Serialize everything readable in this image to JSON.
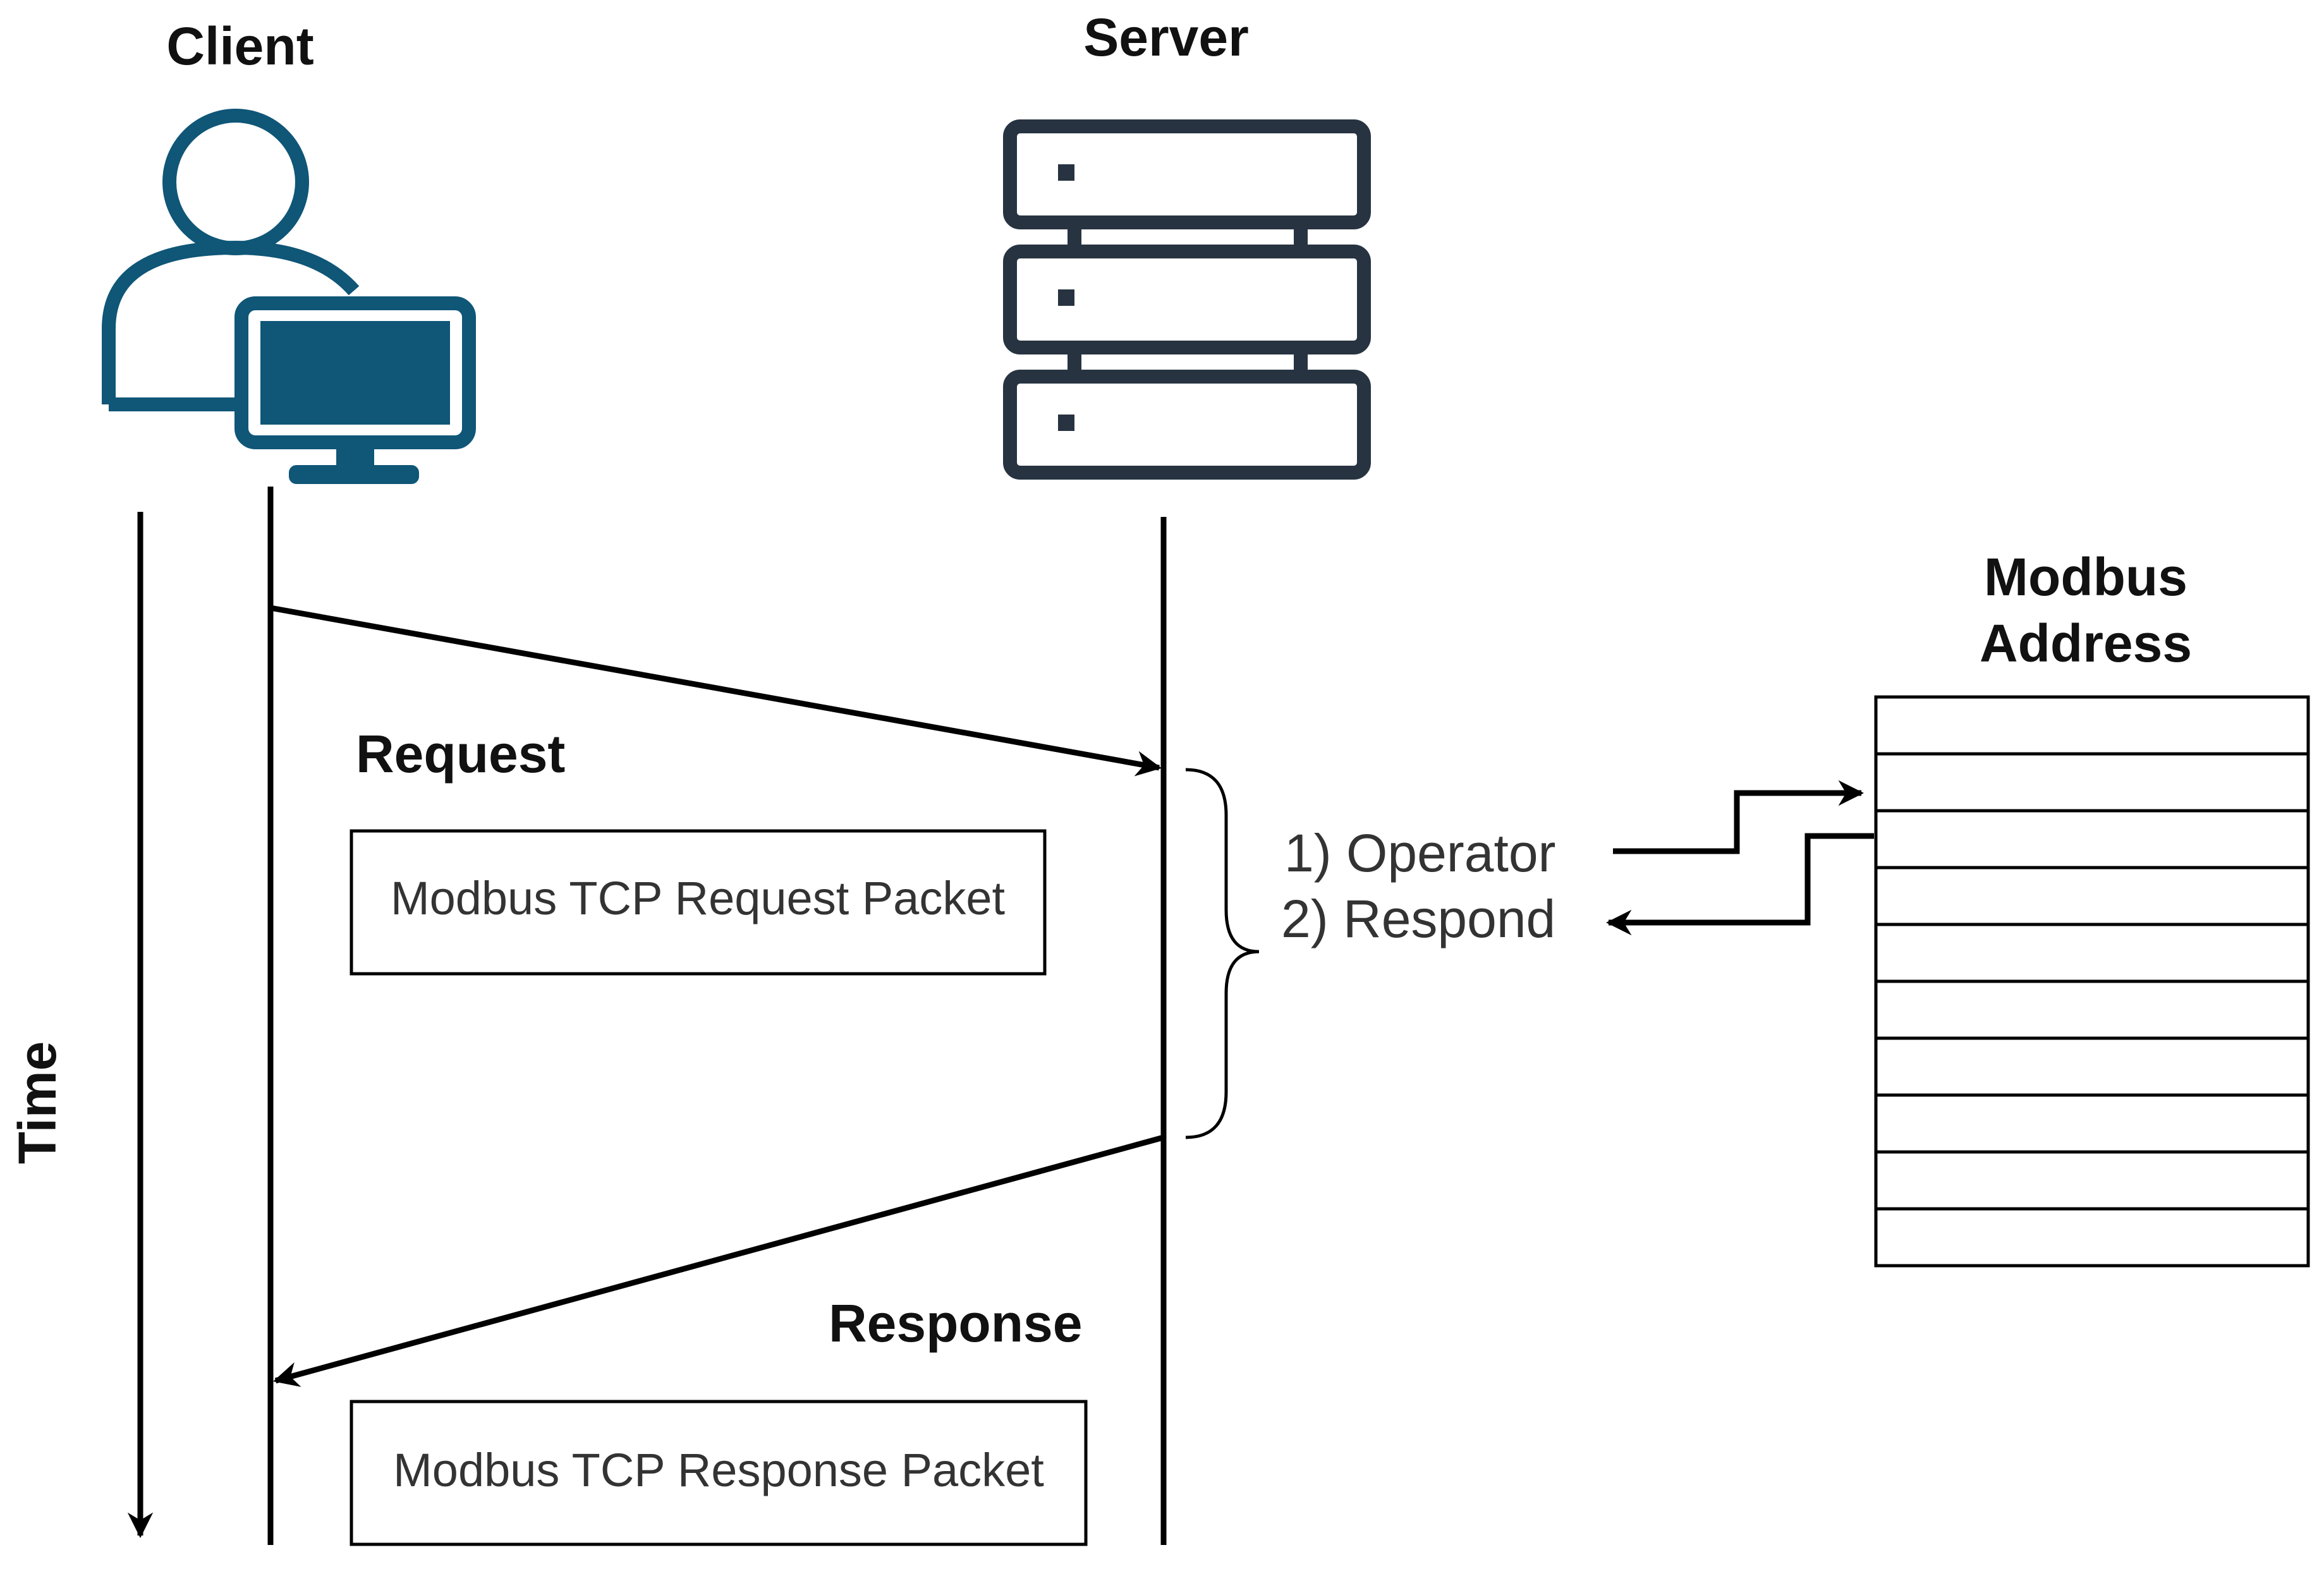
{
  "actors": {
    "client": {
      "label": "Client",
      "icon": "user-computer-icon"
    },
    "server": {
      "label": "Server",
      "icon": "server-rack-icon"
    }
  },
  "time_axis": {
    "label": "Time"
  },
  "request": {
    "label": "Request",
    "packet": "Modbus TCP Request Packet"
  },
  "response": {
    "label": "Response",
    "packet": "Modbus TCP Response Packet"
  },
  "server_steps": [
    "1) Operator",
    "2) Respond"
  ],
  "modbus_address": {
    "title_line1": "Modbus",
    "title_line2": "Address",
    "row_count": 10
  },
  "colors": {
    "client_icon": "#0f5677",
    "server_icon": "#273340",
    "lines": "#000000"
  }
}
